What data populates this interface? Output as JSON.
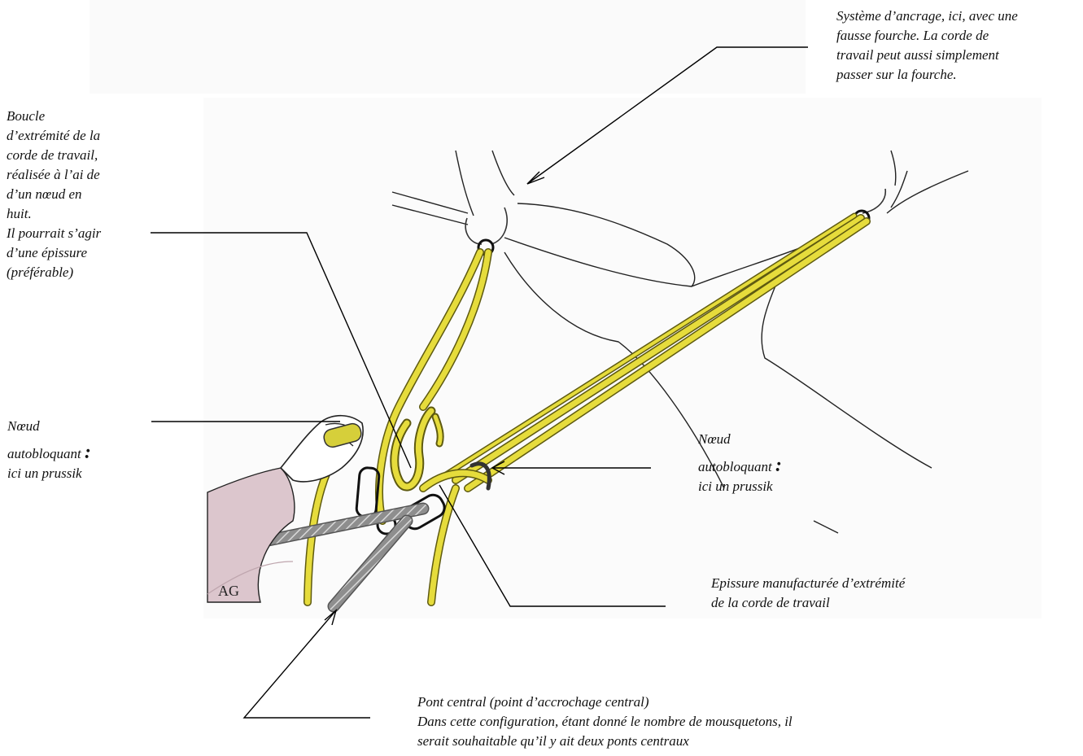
{
  "labels": {
    "anchor": "Système d’ancrage, ici, avec une\nfausse fourche. La corde de\ntravail peut aussi simplement\npasser sur la  fourche.",
    "loop": "Boucle\nd’extrémité de la\ncorde de travail,\nréalisée à l’ai de\nd’un nœud en\nhuit.\nIl pourrait s’agir\nd’une épissure\n(préférable)",
    "knot_left": {
      "line1": "Nœud",
      "line2": "autobloquant",
      "colon": ":",
      "line3": "ici un prussik"
    },
    "knot_right": {
      "line1": "Nœud",
      "line2": "autobloquant",
      "colon": ":",
      "line3": "ici un prussik"
    },
    "splice": "Epissure manufacturée d’extrémité\nde la corde de travail",
    "bridge": "Pont central (point d’accrochage central)\nDans cette configuration, étant donné le nombre de mousquetons, il\nserait souhaitable qu’il y ait deux ponts centraux"
  },
  "signature": "AG",
  "colors": {
    "rope": "#e6dc3c",
    "rope_edge": "#6f6a10",
    "sleeve": "#dcc6cd",
    "bridge": "#8a8a8a",
    "ink": "#111111"
  }
}
